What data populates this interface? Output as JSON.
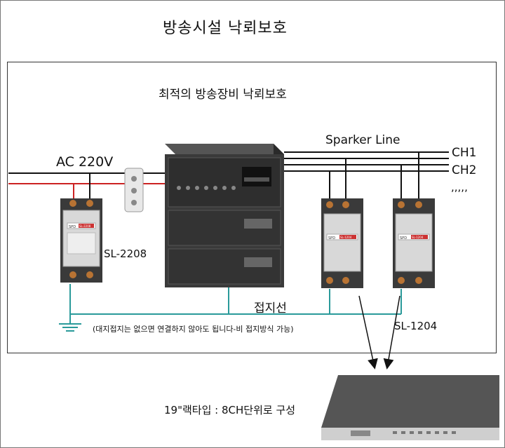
{
  "title": "방송시설 낙뢰보호",
  "subtitle": "최적의 방송장비 낙뢰보호",
  "labels": {
    "ac": "AC 220V",
    "speaker": "Sparker Line",
    "ch1": "CH1",
    "ch2": "CH2",
    "more": ",,,,,",
    "sl2208": "SL-2208",
    "ground_wire": "접지선",
    "ground_note": "(대지접지는 없으면 연결하지 않아도 됩니다-비 접지방식 가능)",
    "sl1204": "SL-1204",
    "rack": "19\"랙타입 : 8CH단위로 구성"
  },
  "device_text": {
    "spd": "SPD",
    "sl2208_badge": "SL-2208",
    "sl1204_badge": "SL-1204"
  },
  "colors": {
    "line_black": "#111111",
    "line_red": "#cc2222",
    "ground_teal": "#2a9a9a",
    "amp_body": "#3a3a3a",
    "spd_body": "#d8d8d8"
  }
}
